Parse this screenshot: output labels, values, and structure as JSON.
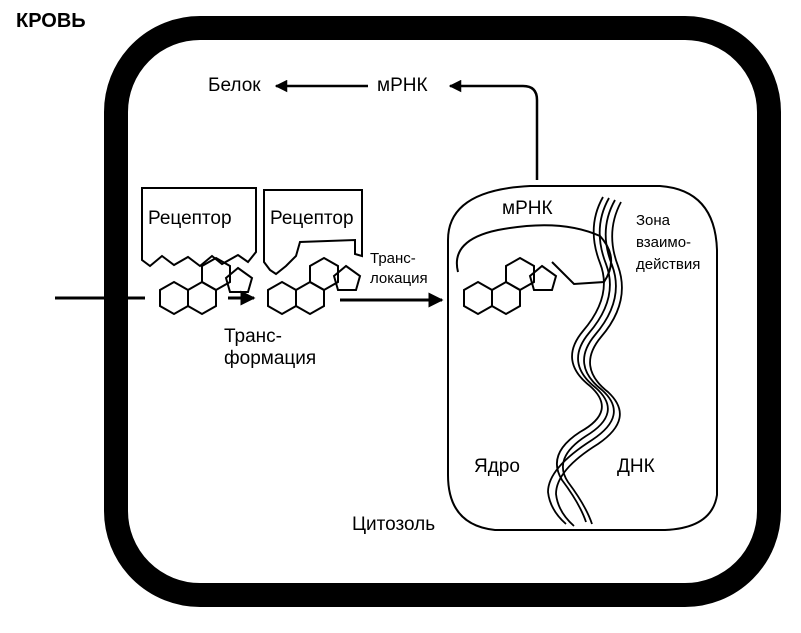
{
  "labels": {
    "blood": "КРОВЬ",
    "protein": "Белок",
    "mrna_top": "мРНК",
    "receptor_1": "Рецептор",
    "receptor_2": "Рецептор",
    "translocation_1": "Транс-",
    "translocation_2": "локация",
    "transformation_1": "Транс-",
    "transformation_2": "формация",
    "mrna_nucleus": "мРНК",
    "interaction_1": "Зона",
    "interaction_2": "взаимо-",
    "interaction_3": "действия",
    "nucleus": "Ядро",
    "dna": "ДНК",
    "cytosol": "Цитозоль"
  },
  "colors": {
    "ink": "#000000",
    "background": "#ffffff"
  }
}
